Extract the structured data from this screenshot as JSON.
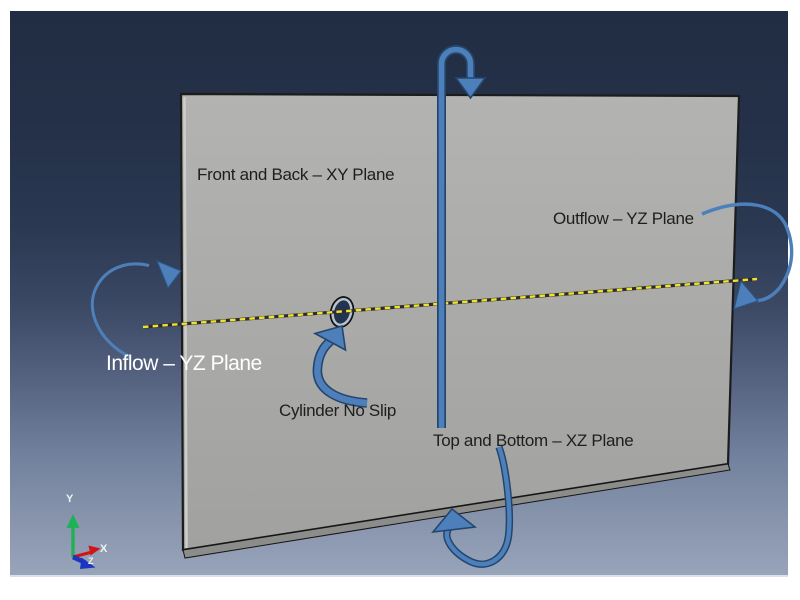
{
  "scene": {
    "labels": {
      "front_back": "Front and Back – XY Plane",
      "outflow": "Outflow – YZ Plane",
      "inflow": "Inflow – YZ Plane",
      "cylinder": "Cylinder No Slip",
      "top_bottom": "Top and Bottom – XZ Plane"
    },
    "triad": {
      "x": "X",
      "y": "Y",
      "z": "Z"
    },
    "colors": {
      "arrow_blue": "#4d80ba",
      "arrow_border": "#24466e",
      "plane_gray": "#a9a9a7",
      "plane_edge_dark": "#1c1c1c",
      "centerline_yellow": "#f0e32b",
      "centerline_dark": "#2c2c2c",
      "cylinder_fill": "#223450",
      "cylinder_ring": "#bfc4ca",
      "background_top": "#212d42",
      "background_bottom": "#97a4ba",
      "axis_x_red": "#cf1616",
      "axis_y_green": "#1eb254",
      "axis_z_blue": "#1a35c0"
    }
  }
}
